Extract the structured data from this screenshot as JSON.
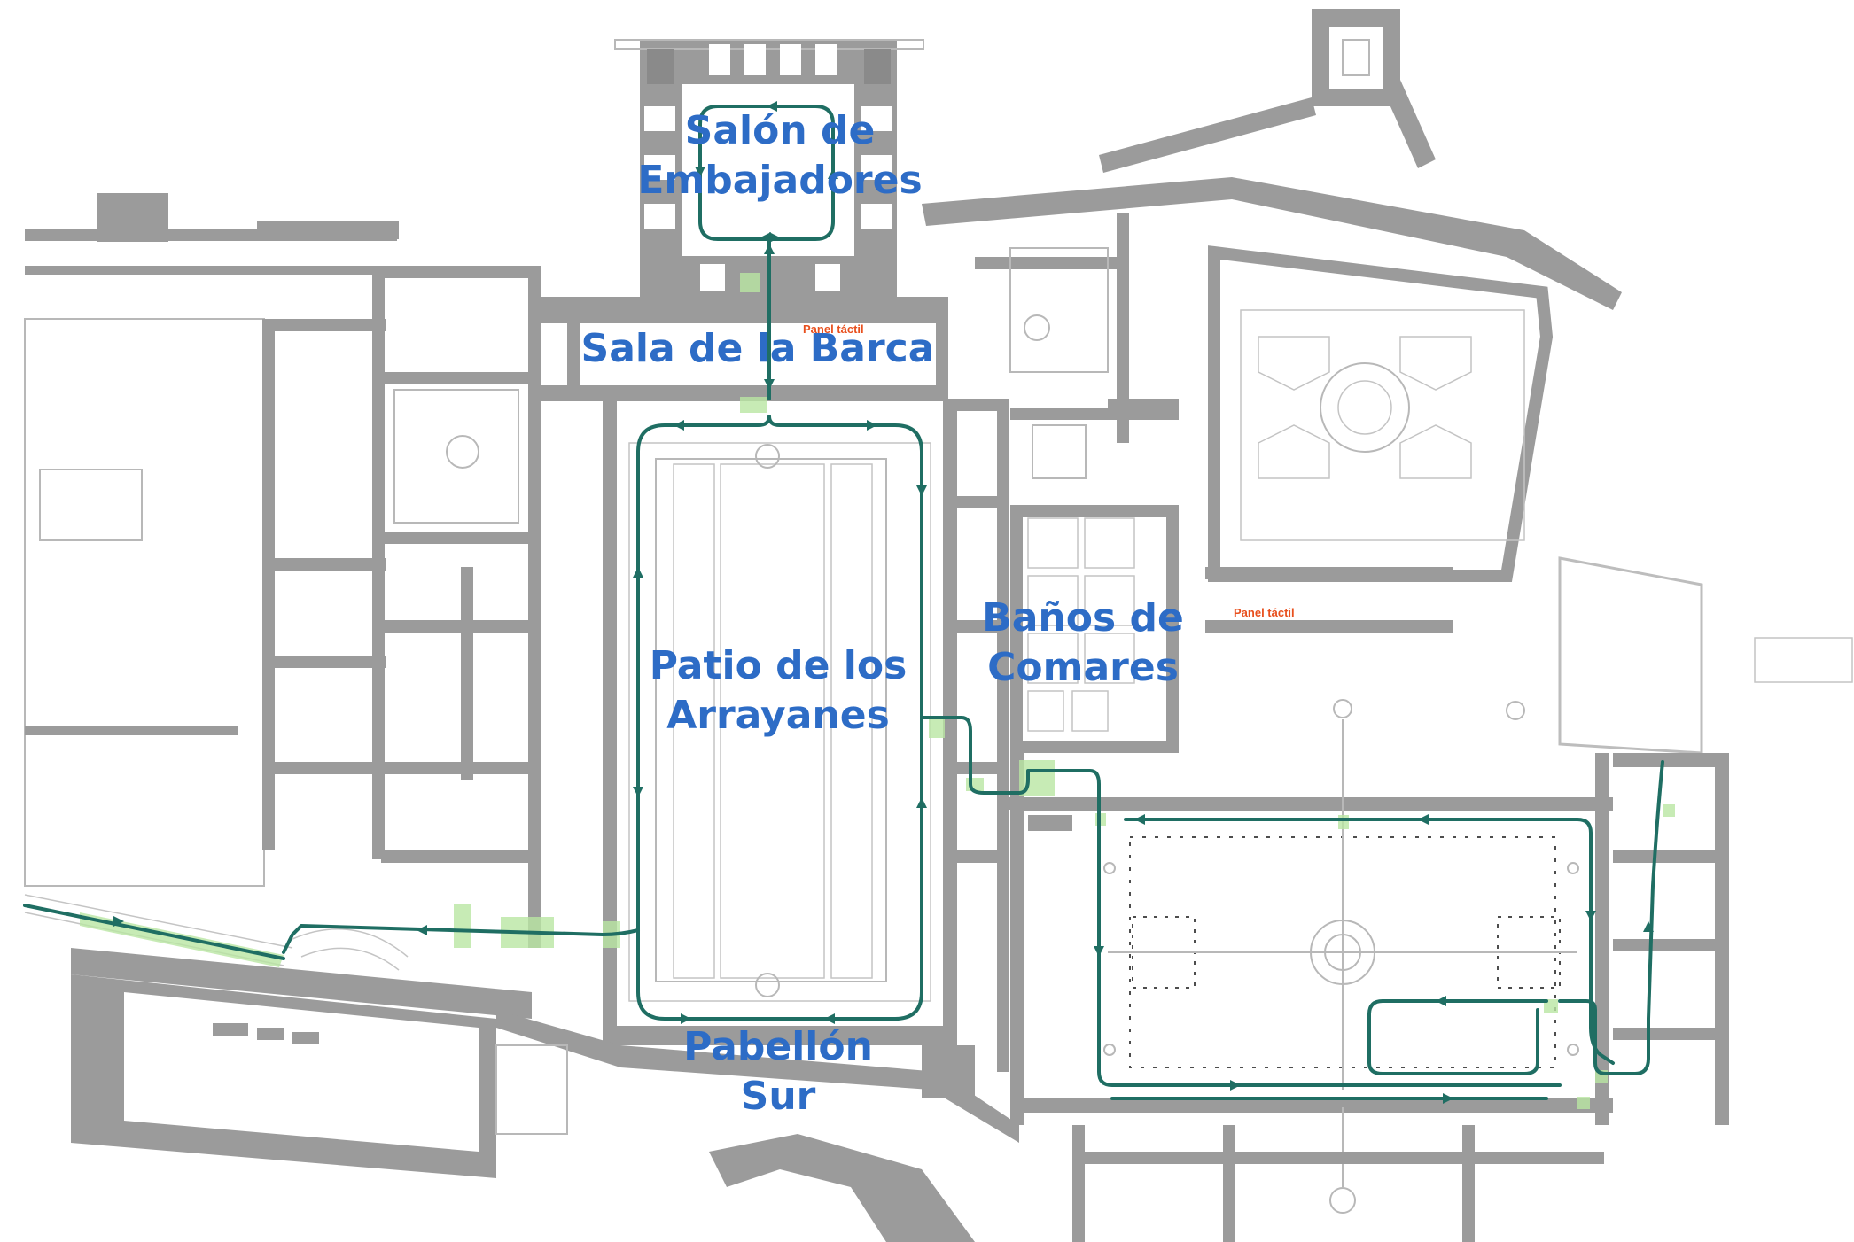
{
  "labels": {
    "salon_line1": "Salón de",
    "salon_line2": "Embajadores",
    "barca": "Sala de la Barca",
    "patio_line1": "Patio de los",
    "patio_line2": "Arrayanes",
    "banos_line1": "Baños de",
    "banos_line2": "Comares",
    "pabellon_line1": "Pabellón",
    "pabellon_line2": "Sur"
  },
  "panels": {
    "panel_1": "Panel táctil",
    "panel_2": "Panel táctil"
  },
  "colors": {
    "label_blue": "#2d6cc6",
    "panel_orange": "#e8501e",
    "route_green": "#1f6e63",
    "highlight_green": "#b9e6a3",
    "wall_gray": "#9b9b9b"
  },
  "icons": [
    "direction-arrow-icon",
    "fountain-icon"
  ]
}
